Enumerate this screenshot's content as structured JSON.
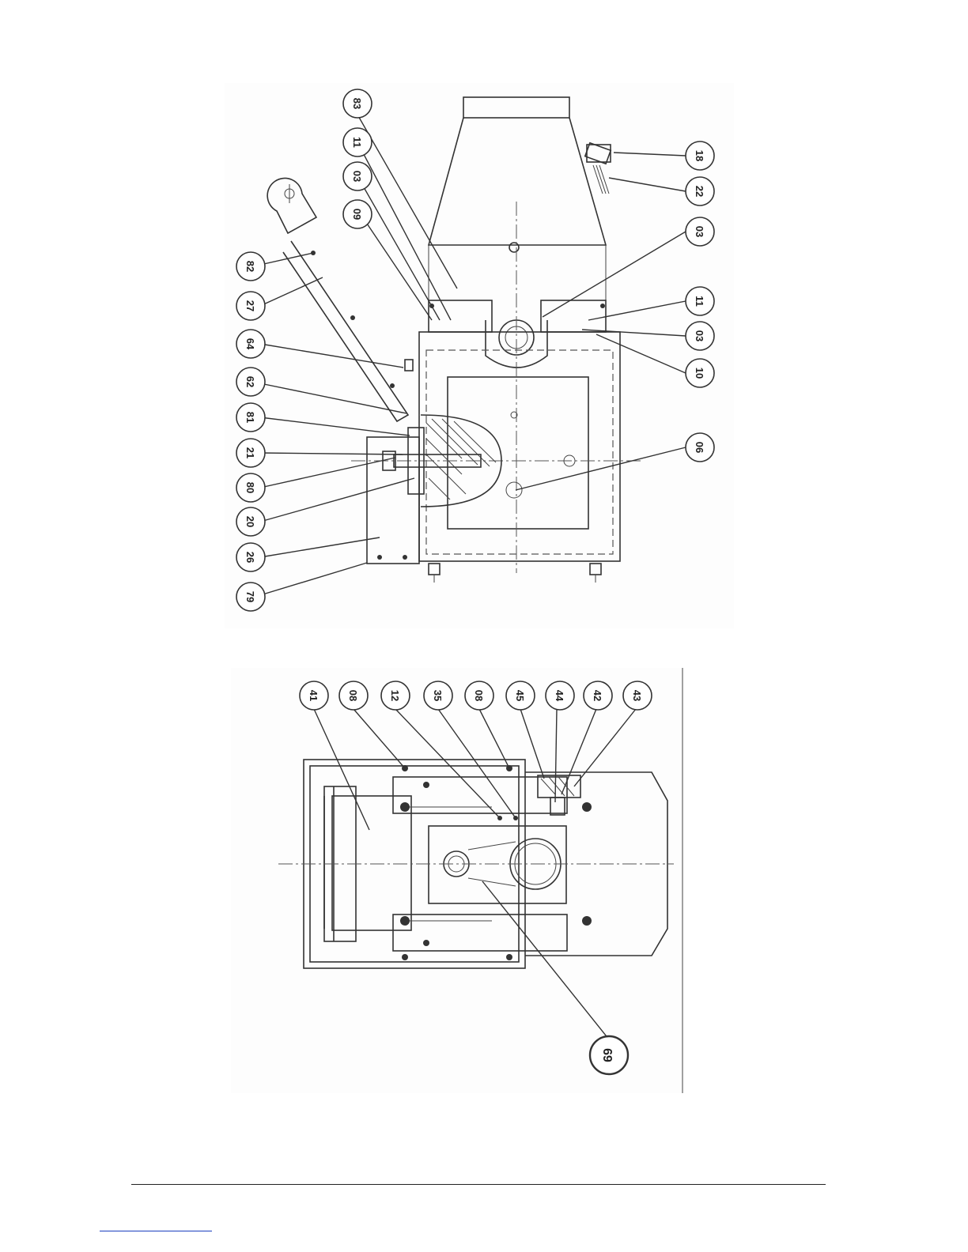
{
  "figure_top": {
    "callouts": [
      "83",
      "11",
      "03",
      "09",
      "82",
      "27",
      "64",
      "62",
      "81",
      "21",
      "80",
      "20",
      "26",
      "79",
      "18",
      "22",
      "03",
      "11",
      "03",
      "10",
      "06"
    ]
  },
  "figure_bottom": {
    "callouts": [
      "41",
      "08",
      "12",
      "35",
      "08",
      "45",
      "44",
      "42",
      "43",
      "69"
    ]
  },
  "footer": {
    "rule": "page-footer-rule",
    "link": "footer-link"
  }
}
